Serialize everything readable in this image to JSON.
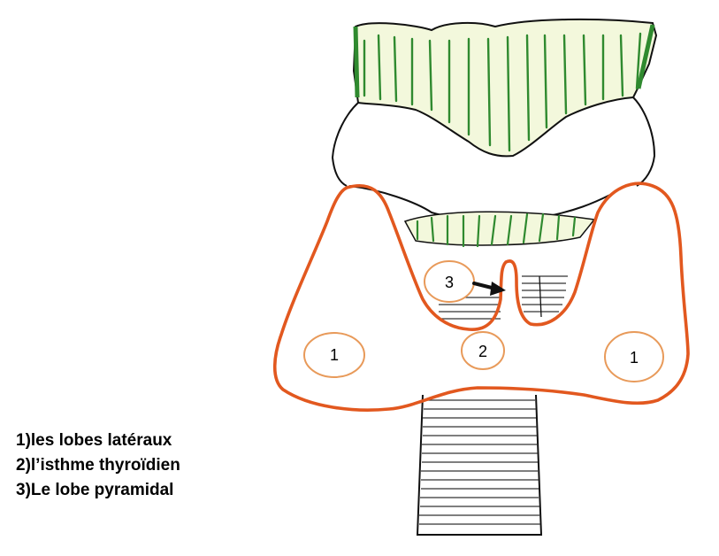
{
  "diagram": {
    "markers": [
      {
        "id": "lateral-left",
        "label": "1"
      },
      {
        "id": "isthmus",
        "label": "2"
      },
      {
        "id": "pyramidal",
        "label": "3"
      },
      {
        "id": "lateral-right",
        "label": "1"
      }
    ],
    "legend": [
      "1)les lobes latéraux",
      "2)l’isthme thyroïdien",
      "3)Le lobe pyramidal"
    ],
    "colors": {
      "thyroid_outline": "#e2581f",
      "marker_circle": "#e89a5a",
      "cartilage_fill": "#f3f8dc",
      "cartilage_stripe": "#2f8a2f",
      "ink": "#111111"
    }
  }
}
